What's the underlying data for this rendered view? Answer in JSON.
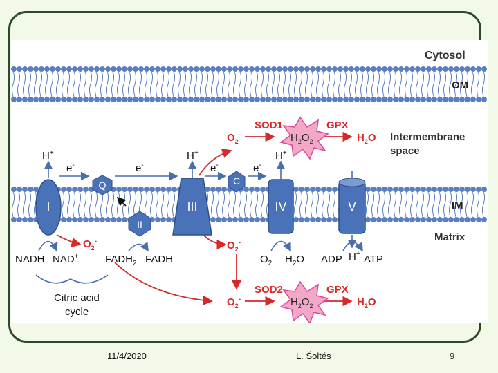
{
  "diagram": {
    "labels": {
      "cytosol": "Cytosol",
      "om": "OM",
      "intermembrane_line1": "Intermembrane",
      "intermembrane_line2": "space",
      "im": "IM",
      "matrix": "Matrix",
      "citric_line1": "Citric acid",
      "citric_line2": "cycle"
    },
    "complexes": {
      "I": "I",
      "II": "II",
      "III": "III",
      "IV": "IV",
      "V": "V",
      "Q": "Q",
      "C": "C"
    },
    "species": {
      "hplus": "H",
      "plus": "+",
      "e": "e",
      "minus": "-",
      "o2": "O",
      "two": "2",
      "superoxide_charge": "-",
      "sod1": "SOD1",
      "sod2": "SOD2",
      "gpx": "GPX",
      "h2o2_h": "H",
      "h2o2_o": "O",
      "h2o_h": "H",
      "h2o_o": "O",
      "nadh": "NADH",
      "nad": "NAD",
      "fadh": "FADH",
      "fad": "FADH",
      "adp": "ADP",
      "atp": "ATP"
    },
    "colors": {
      "membrane": "#5b7ec0",
      "complex": "#4a72b8",
      "red": "#d42a2a",
      "burst": "#f4a8c8",
      "burst_stroke": "#d9479a",
      "arrow_blue": "#4a6fa8"
    }
  },
  "footer": {
    "date": "11/4/2020",
    "author": "L. Šoltés",
    "page": "9"
  }
}
